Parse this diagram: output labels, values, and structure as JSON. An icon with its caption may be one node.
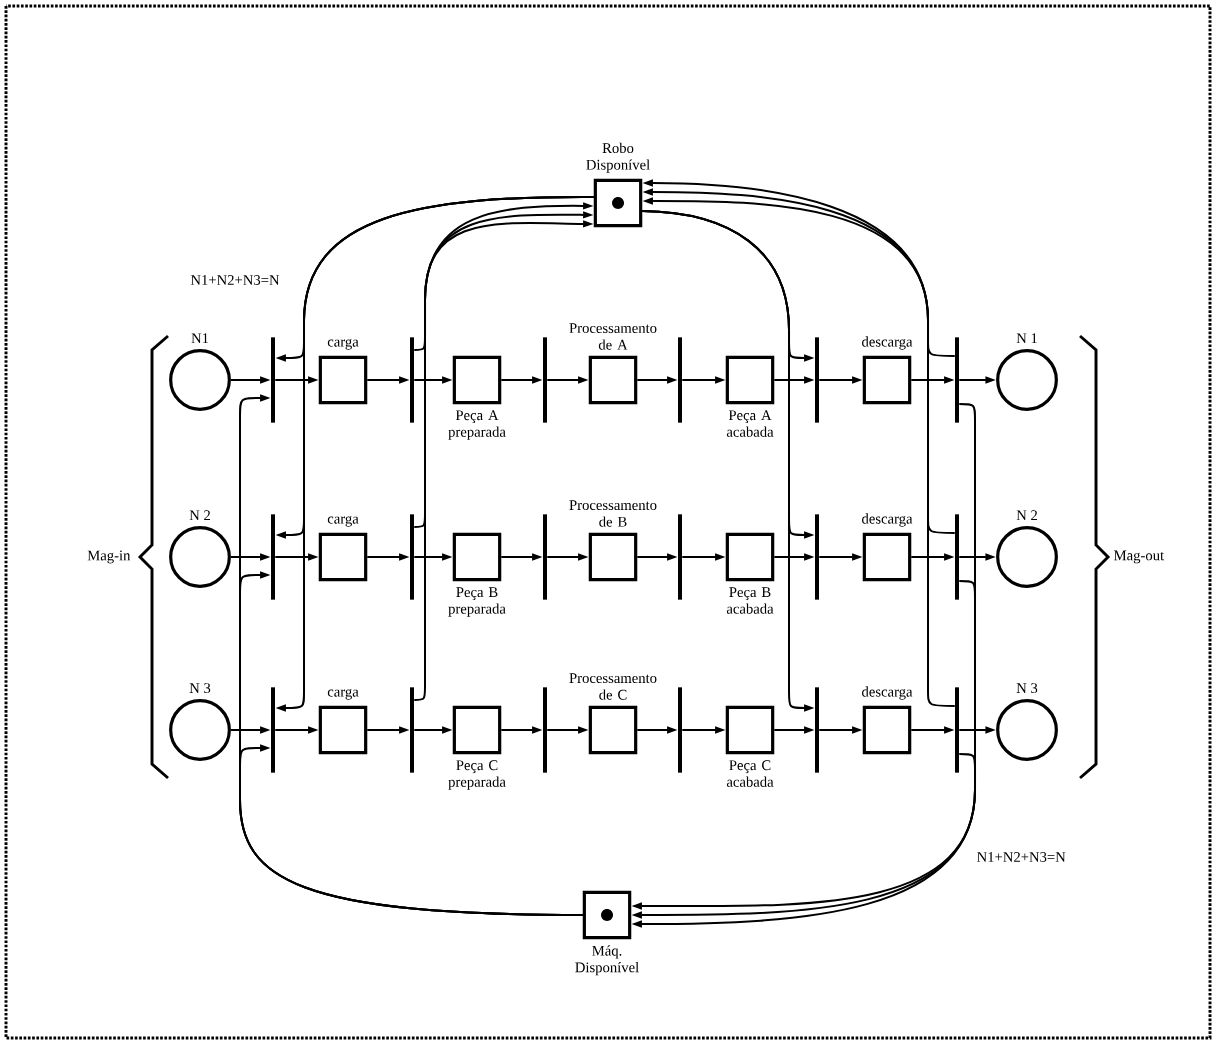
{
  "diagram": {
    "nodes": [
      {
        "text": [
          "Robo Disponível"
        ]
      },
      {
        "text": [
          "N1"
        ]
      },
      {
        "text": [],
        "shape": "bar"
      },
      {
        "text": [
          "carga"
        ]
      },
      {
        "text": [],
        "shape": "bar"
      },
      {
        "text": [
          "Peça A preparada"
        ]
      },
      {
        "text": [],
        "shape": "bar"
      },
      {
        "text": [
          "Processamento de A"
        ]
      },
      {
        "text": [],
        "shape": "bar"
      },
      {
        "text": [
          "Peça A acabada"
        ]
      },
      {
        "text": [],
        "shape": "bar"
      },
      {
        "text": [
          "descarga"
        ]
      },
      {
        "text": [],
        "shape": "bar"
      },
      {
        "text": [
          "N 1"
        ]
      },
      {
        "text": [
          "N 2"
        ]
      },
      {
        "text": [],
        "shape": "bar"
      },
      {
        "text": [
          "carga"
        ]
      },
      {
        "text": [],
        "shape": "bar"
      },
      {
        "text": [
          "Peça B preparada"
        ]
      },
      {
        "text": [],
        "shape": "bar"
      },
      {
        "text": [
          "Processamento de B"
        ]
      },
      {
        "text": [],
        "shape": "bar"
      },
      {
        "text": [
          "Peça B acabada"
        ]
      },
      {
        "text": [],
        "shape": "bar"
      },
      {
        "text": [
          "descarga"
        ]
      },
      {
        "text": [],
        "shape": "bar"
      },
      {
        "text": [
          "N 2"
        ]
      },
      {
        "text": [
          "N 3"
        ]
      },
      {
        "text": [],
        "shape": "bar"
      },
      {
        "text": [
          "carga"
        ]
      },
      {
        "text": [],
        "shape": "bar"
      },
      {
        "text": [
          "Peça C preparada"
        ]
      },
      {
        "text": [],
        "shape": "bar"
      },
      {
        "text": [
          "Processamento de C"
        ]
      },
      {
        "text": [],
        "shape": "bar"
      },
      {
        "text": [
          "Peça C acabada"
        ]
      },
      {
        "text": [],
        "shape": "bar"
      },
      {
        "text": [
          "descarga"
        ]
      },
      {
        "text": [],
        "shape": "bar"
      },
      {
        "text": [
          "N 3"
        ]
      },
      {
        "text": [
          "Máq. Disponível"
        ]
      }
    ],
    "edges": [
      {
        "from": 1,
        "to": 2,
        "arrow": "to"
      },
      {
        "from": 2,
        "to": 3,
        "arrow": "to"
      },
      {
        "from": 3,
        "to": 4,
        "arrow": "to"
      },
      {
        "from": 4,
        "to": 5,
        "arrow": "to"
      },
      {
        "from": 5,
        "to": 6,
        "arrow": "to"
      },
      {
        "from": 6,
        "to": 7,
        "arrow": "to"
      },
      {
        "from": 7,
        "to": 8,
        "arrow": "to"
      },
      {
        "from": 8,
        "to": 9,
        "arrow": "to"
      },
      {
        "from": 9,
        "to": 10,
        "arrow": "to"
      },
      {
        "from": 10,
        "to": 11,
        "arrow": "to"
      },
      {
        "from": 11,
        "to": 12,
        "arrow": "to"
      },
      {
        "from": 12,
        "to": 13,
        "arrow": "to"
      },
      {
        "from": 14,
        "to": 15,
        "arrow": "to"
      },
      {
        "from": 15,
        "to": 16,
        "arrow": "to"
      },
      {
        "from": 16,
        "to": 17,
        "arrow": "to"
      },
      {
        "from": 17,
        "to": 18,
        "arrow": "to"
      },
      {
        "from": 18,
        "to": 19,
        "arrow": "to"
      },
      {
        "from": 19,
        "to": 20,
        "arrow": "to"
      },
      {
        "from": 20,
        "to": 21,
        "arrow": "to"
      },
      {
        "from": 21,
        "to": 22,
        "arrow": "to"
      },
      {
        "from": 22,
        "to": 23,
        "arrow": "to"
      },
      {
        "from": 23,
        "to": 24,
        "arrow": "to"
      },
      {
        "from": 24,
        "to": 25,
        "arrow": "to"
      },
      {
        "from": 25,
        "to": 26,
        "arrow": "to"
      },
      {
        "from": 27,
        "to": 28,
        "arrow": "to"
      },
      {
        "from": 28,
        "to": 29,
        "arrow": "to"
      },
      {
        "from": 29,
        "to": 30,
        "arrow": "to"
      },
      {
        "from": 30,
        "to": 31,
        "arrow": "to"
      },
      {
        "from": 31,
        "to": 32,
        "arrow": "to"
      },
      {
        "from": 32,
        "to": 33,
        "arrow": "to"
      },
      {
        "from": 33,
        "to": 34,
        "arrow": "to"
      },
      {
        "from": 34,
        "to": 35,
        "arrow": "to"
      },
      {
        "from": 35,
        "to": 36,
        "arrow": "to"
      },
      {
        "from": 36,
        "to": 37,
        "arrow": "to"
      },
      {
        "from": 37,
        "to": 38,
        "arrow": "to"
      },
      {
        "from": 38,
        "to": 39,
        "arrow": "to"
      },
      {
        "from": 0,
        "to": 2,
        "arrow": "to"
      },
      {
        "from": 0,
        "to": 15,
        "arrow": "to"
      },
      {
        "from": 0,
        "to": 28,
        "arrow": "to"
      },
      {
        "from": 4,
        "to": 0,
        "arrow": "to"
      },
      {
        "from": 17,
        "to": 0,
        "arrow": "to"
      },
      {
        "from": 30,
        "to": 0,
        "arrow": "to"
      },
      {
        "from": 0,
        "to": 10,
        "arrow": "to"
      },
      {
        "from": 0,
        "to": 23,
        "arrow": "to"
      },
      {
        "from": 0,
        "to": 36,
        "arrow": "to"
      },
      {
        "from": 12,
        "to": 0,
        "arrow": "to"
      },
      {
        "from": 25,
        "to": 0,
        "arrow": "to"
      },
      {
        "from": 38,
        "to": 0,
        "arrow": "to"
      },
      {
        "from": 40,
        "to": 2,
        "arrow": "to"
      },
      {
        "from": 40,
        "to": 15,
        "arrow": "to"
      },
      {
        "from": 40,
        "to": 28,
        "arrow": "to"
      },
      {
        "from": 12,
        "to": 40,
        "arrow": "to"
      },
      {
        "from": 25,
        "to": 40,
        "arrow": "to"
      },
      {
        "from": 38,
        "to": 40,
        "arrow": "to"
      }
    ],
    "labels": [
      "N1+N2+N3=N",
      "Mag-in",
      "Mag-out",
      "N1+N2+N3=N"
    ]
  }
}
